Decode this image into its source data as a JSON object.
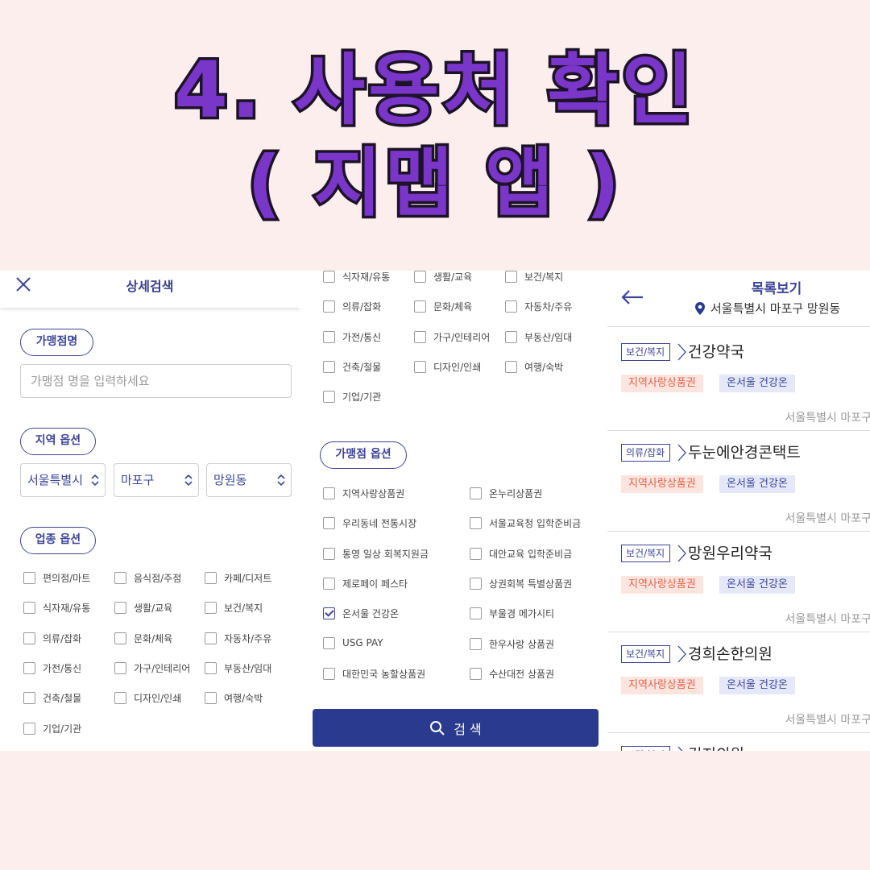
{
  "title": {
    "line1": "4. 사용처 확인",
    "line2": "( 지맵 앱 )"
  },
  "detail_search": {
    "header_title": "상세검색",
    "merchant_label": "가맹점명",
    "merchant_placeholder": "가맹점 명을 입력하세요",
    "region_label": "지역 옵션",
    "region_selects": [
      "서울특별시",
      "마포구",
      "망원동"
    ],
    "category_label": "업종 옵션",
    "categories": [
      "편의점/마트",
      "음식점/주점",
      "카페/디저트",
      "식자재/유통",
      "생활/교육",
      "보건/복지",
      "의류/잡화",
      "문화/체육",
      "자동차/주유",
      "가전/통신",
      "가구/인테리어",
      "부동산/임대",
      "건축/철물",
      "디자인/인쇄",
      "여행/숙박",
      "기업/기관"
    ]
  },
  "options_panel": {
    "categories": [
      "식자재/유통",
      "생활/교육",
      "보건/복지",
      "의류/잡화",
      "문화/체육",
      "자동차/주유",
      "가전/통신",
      "가구/인테리어",
      "부동산/임대",
      "건축/철물",
      "디자인/인쇄",
      "여행/숙박",
      "기업/기관"
    ],
    "merchant_option_label": "가맹점 옵션",
    "vouchers": [
      {
        "label": "지역사랑상품권",
        "checked": false
      },
      {
        "label": "온누리상품권",
        "checked": false
      },
      {
        "label": "우리동네 전통시장",
        "checked": false
      },
      {
        "label": "서울교육청 입학준비금",
        "checked": false
      },
      {
        "label": "통영 일상 회복지원금",
        "checked": false
      },
      {
        "label": "대안교육 입학준비금",
        "checked": false
      },
      {
        "label": "제로페이 페스타",
        "checked": false
      },
      {
        "label": "상권회복 특별상품권",
        "checked": false
      },
      {
        "label": "온서울 건강온",
        "checked": true
      },
      {
        "label": "부울경 메가시티",
        "checked": false
      },
      {
        "label": "USG PAY",
        "checked": false
      },
      {
        "label": "한우사랑 상품권",
        "checked": false
      },
      {
        "label": "대한민국 농할상품권",
        "checked": false
      },
      {
        "label": "수산대전 상품권",
        "checked": false
      }
    ],
    "search_button": "검 색"
  },
  "list_view": {
    "title": "목록보기",
    "location": "서울특별시 마포구 망원동",
    "stores": [
      {
        "category": "보건/복지",
        "name": "건강약국",
        "tags": [
          "지역사랑상품권",
          "온서울 건강온"
        ],
        "address": "서울특별시 마포구"
      },
      {
        "category": "의류/잡화",
        "name": "두눈에안경콘택트",
        "tags": [
          "지역사랑상품권",
          "온서울 건강온"
        ],
        "address": "서울특별시 마포구"
      },
      {
        "category": "보건/복지",
        "name": "망원우리약국",
        "tags": [
          "지역사랑상품권",
          "온서울 건강온"
        ],
        "address": "서울특별시 마포구"
      },
      {
        "category": "보건/복지",
        "name": "경희손한의원",
        "tags": [
          "지역사랑상품권",
          "온서울 건강온"
        ],
        "address": "서울특별시 마포구"
      },
      {
        "category": "보건/복지",
        "name": "김지의원",
        "tags": [],
        "address": ""
      }
    ]
  },
  "colors": {
    "accent": "#3d4597",
    "button": "#2a3b8f",
    "title_fill": "#7a35c9",
    "tag_red": "#e0634b",
    "background": "#fdeeee"
  }
}
